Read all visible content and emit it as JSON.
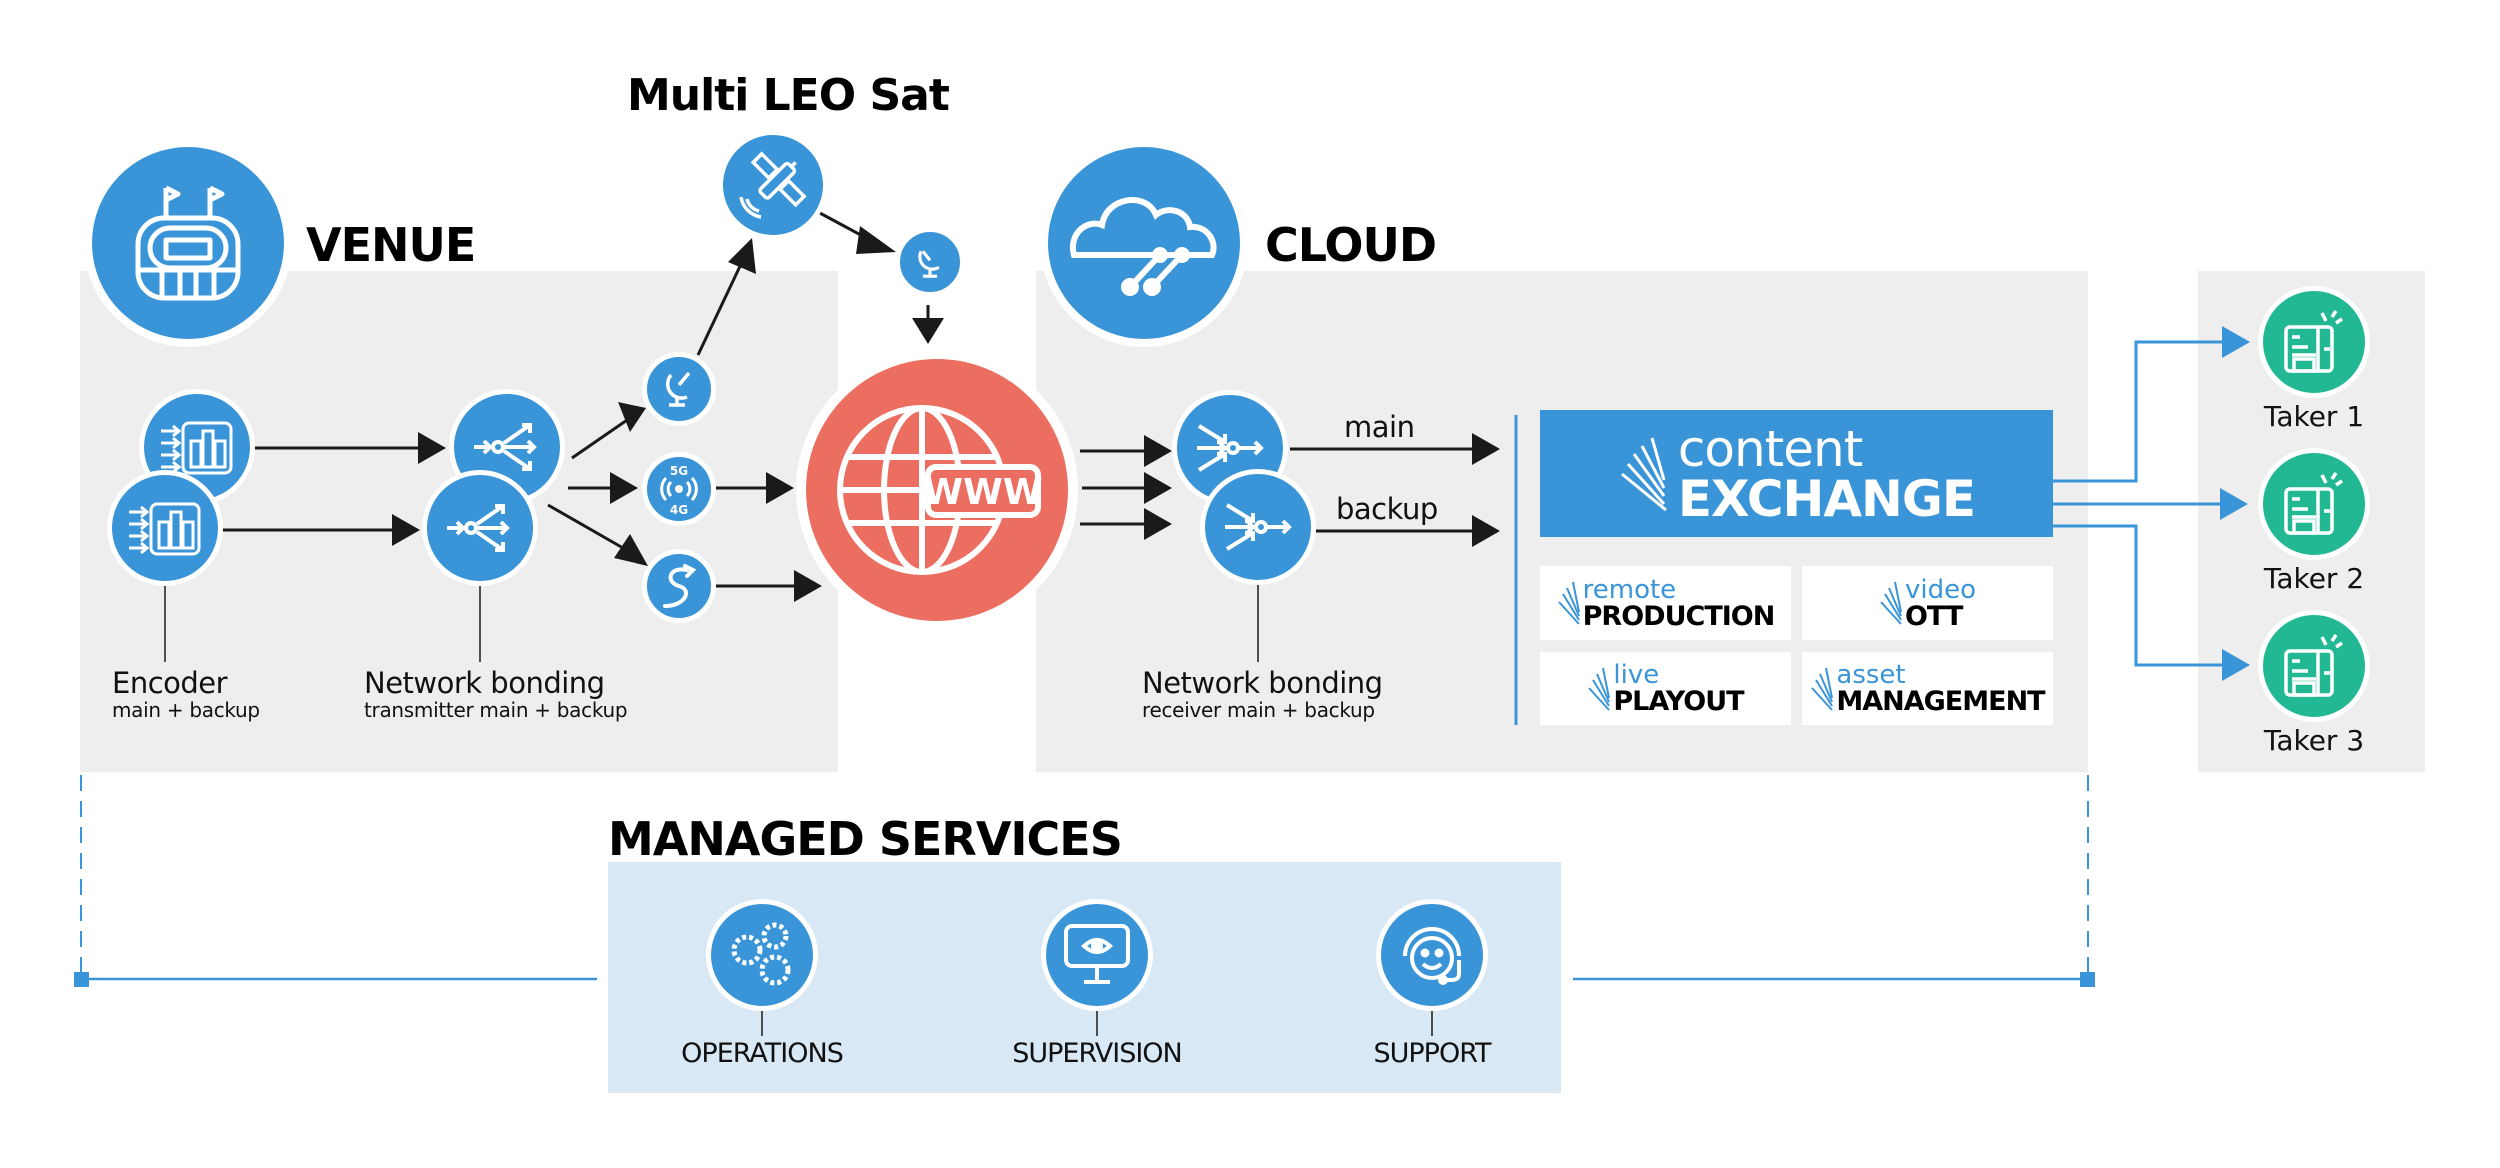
{
  "titles": {
    "venue": "VENUE",
    "multi_leo": "Multi LEO Sat",
    "cloud": "CLOUD",
    "managed_services": "MANAGED SERVICES"
  },
  "venue": {
    "encoder": {
      "title": "Encoder",
      "subtitle": "main + backup",
      "icon": "encoder-icon"
    },
    "bonding": {
      "title": "Network bonding",
      "subtitle": "transmitter main + backup",
      "icon": "network-bonding-transmitter-icon"
    },
    "links": [
      {
        "name": "satellite-dish",
        "icon": "satellite-dish-icon"
      },
      {
        "name": "cellular",
        "icon": "cellular-5g-4g-icon",
        "top_text": "5G",
        "bottom_text": "4G"
      },
      {
        "name": "cable",
        "icon": "cable-icon"
      }
    ]
  },
  "satellite": {
    "icon": "satellite-icon",
    "ground_icon": "satellite-dish-icon"
  },
  "internet": {
    "icon": "globe-www-icon",
    "text": "WWW"
  },
  "cloud": {
    "icon": "cloud-network-icon",
    "bonding": {
      "title": "Network bonding",
      "subtitle": "receiver main + backup",
      "icon": "network-bonding-receiver-icon"
    },
    "outputs": [
      {
        "label": "main"
      },
      {
        "label": "backup"
      }
    ],
    "content_exchange": {
      "top": "content",
      "bottom": "EXCHANGE"
    },
    "products": [
      {
        "top": "remote",
        "bottom": "PRODUCTION"
      },
      {
        "top": "video",
        "bottom": "OTT"
      },
      {
        "top": "live",
        "bottom": "PLAYOUT"
      },
      {
        "top": "asset",
        "bottom": "MANAGEMENT"
      }
    ]
  },
  "takers": [
    {
      "label": "Taker 1",
      "icon": "broadcast-station-icon"
    },
    {
      "label": "Taker 2",
      "icon": "broadcast-station-icon"
    },
    {
      "label": "Taker 3",
      "icon": "broadcast-station-icon"
    }
  ],
  "managed_services": [
    {
      "label": "OPERATIONS",
      "icon": "gears-icon"
    },
    {
      "label": "SUPERVISION",
      "icon": "monitor-eye-icon"
    },
    {
      "label": "SUPPORT",
      "icon": "headset-smile-icon"
    }
  ],
  "colors": {
    "primary_blue": "#3a95d8",
    "coral": "#ec6e60",
    "green": "#22b894",
    "panel_gray": "#eeeeee",
    "managed_bg": "#d9e8f5",
    "arrow": "#1a1a1a"
  }
}
